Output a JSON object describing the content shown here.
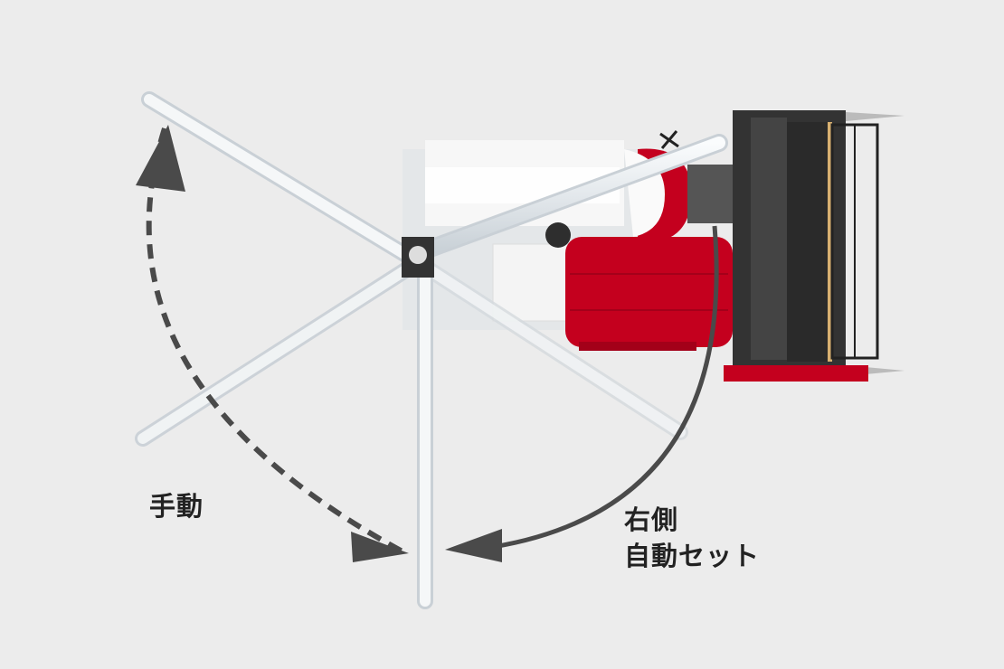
{
  "labels": {
    "manual": "手動",
    "right_side": "右側",
    "auto_set": "自動セット"
  },
  "colors": {
    "background": "#ececec",
    "body_red": "#c4001e",
    "header_dark": "#3a3a3a",
    "auger": "#e4e8ec",
    "arrow": "#4a4a4a"
  }
}
